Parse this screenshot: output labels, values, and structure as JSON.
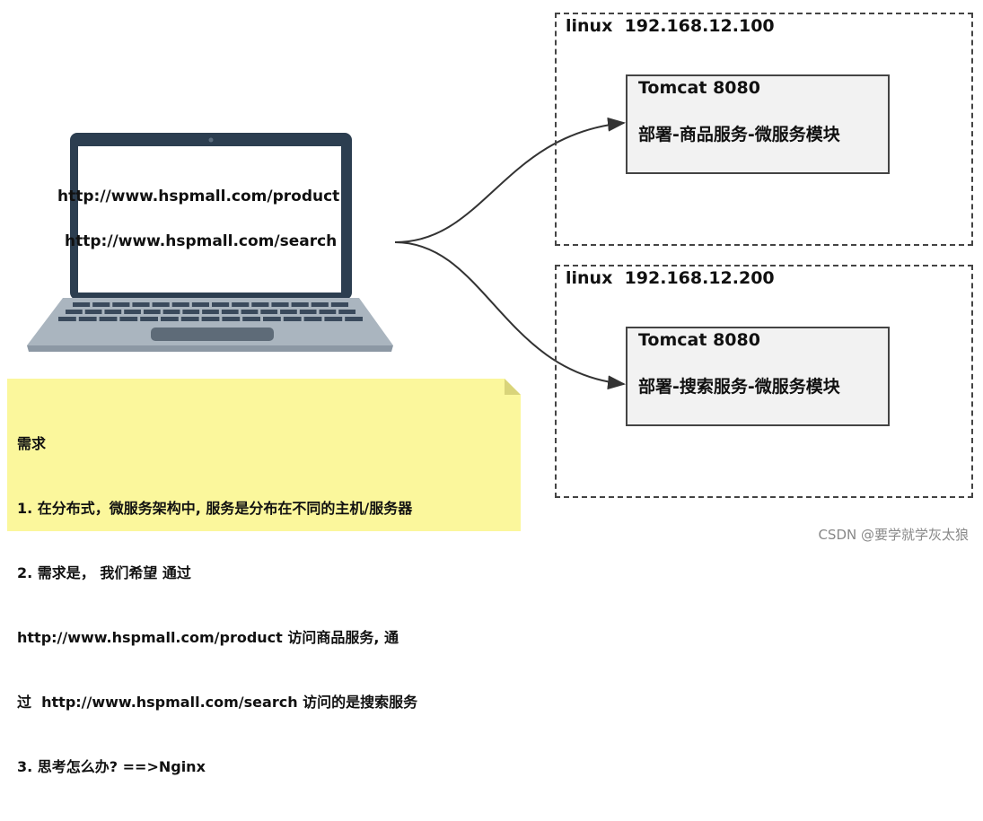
{
  "laptop": {
    "url_product": "http://www.hspmall.com/product",
    "url_search": "http://www.hspmall.com/search"
  },
  "servers": [
    {
      "title": "linux  192.168.12.100",
      "tomcat_name": "Tomcat 8080",
      "tomcat_desc": "部署-商品服务-微服务模块"
    },
    {
      "title": "linux  192.168.12.200",
      "tomcat_name": "Tomcat 8080",
      "tomcat_desc": "部署-搜索服务-微服务模块"
    }
  ],
  "note": {
    "lines": [
      "需求",
      "1. 在分布式，微服务架构中, 服务是分布在不同的主机/服务器",
      "2. 需求是， 我们希望 通过",
      "http://www.hspmall.com/product 访问商品服务, 通",
      "过  http://www.hspmall.com/search 访问的是搜索服务",
      "3. 思考怎么办? ==>Nginx"
    ]
  },
  "watermark": "CSDN @要学就学灰太狼",
  "colors": {
    "laptop_frame": "#2c3e50",
    "laptop_base": "#a9b4be",
    "note_fill": "#fbf79c",
    "tomcat_fill": "#f2f2f2"
  }
}
